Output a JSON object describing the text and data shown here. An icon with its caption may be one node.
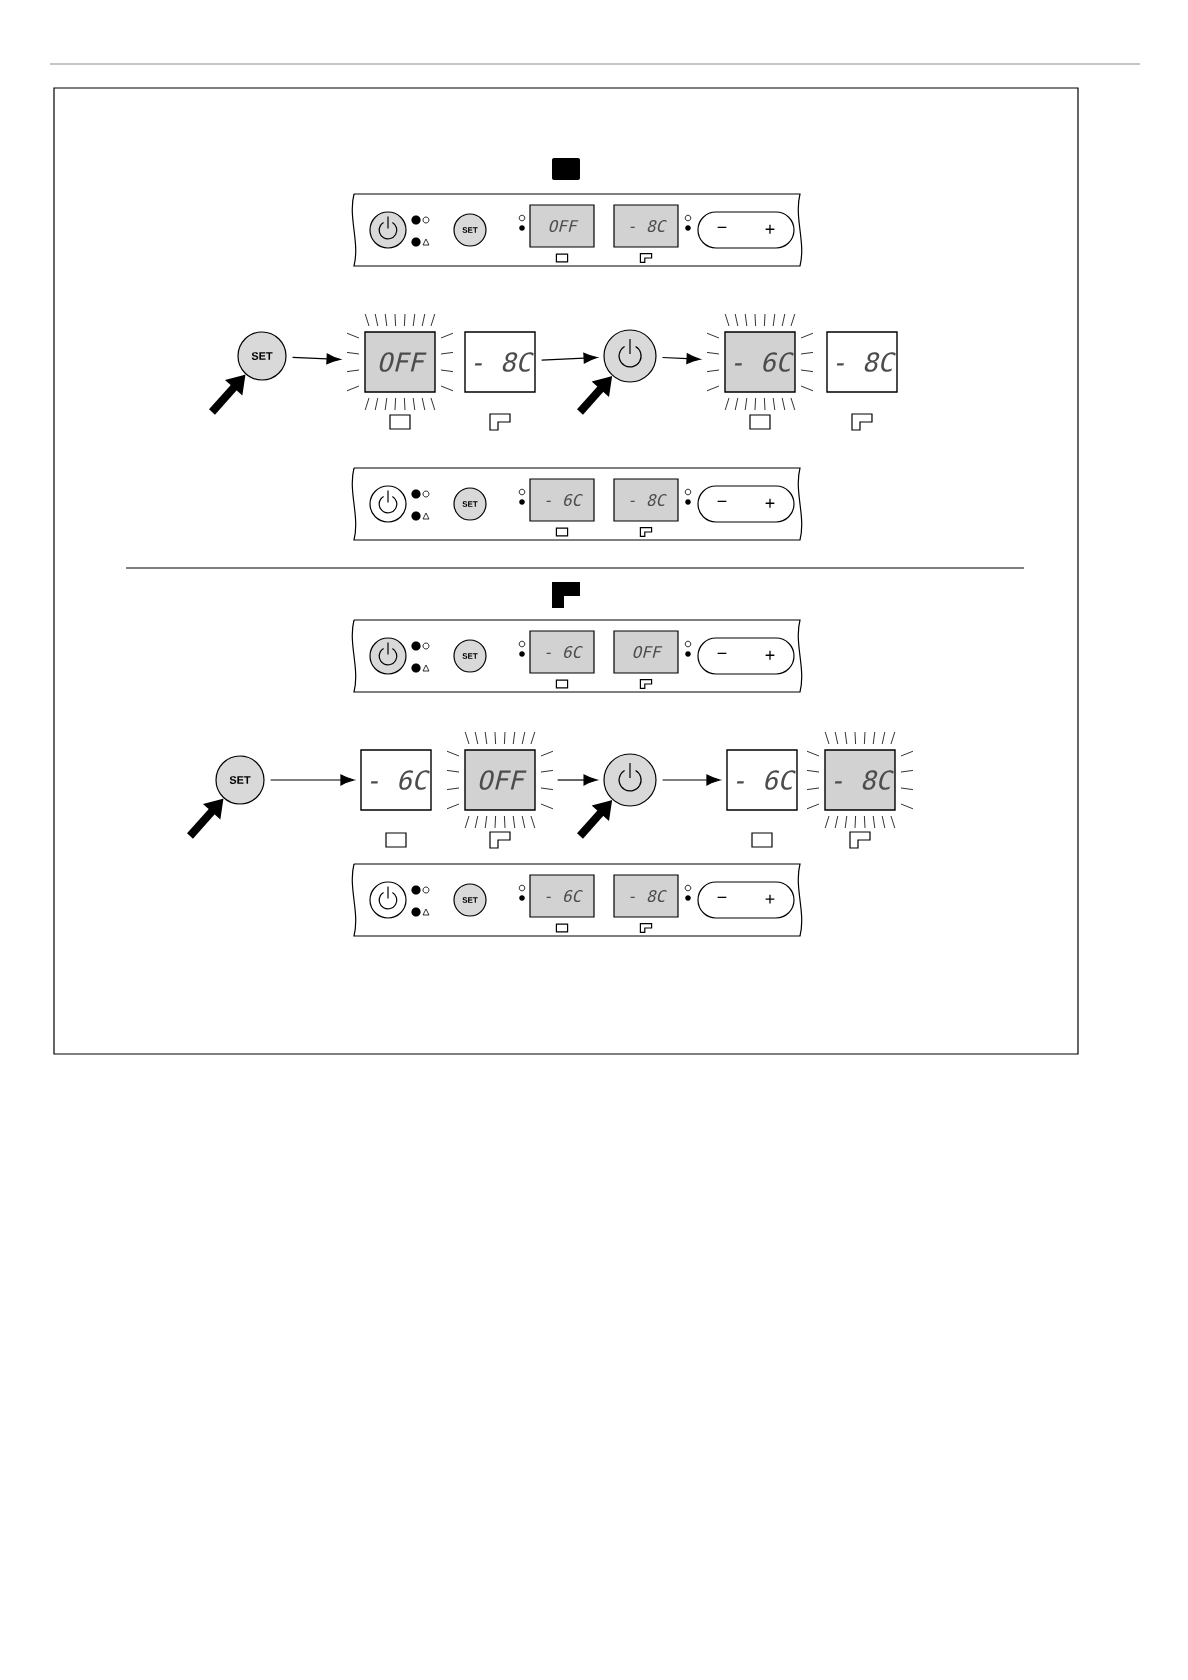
{
  "diagram": {
    "nodes": [
      {
        "text": [
          "SET",
          "OFF",
          "- 8C",
          "−",
          "+"
        ]
      },
      {
        "text": [
          "SET"
        ]
      },
      {
        "text": [
          "OFF"
        ]
      },
      {
        "text": [
          "- 8C"
        ]
      },
      {
        "text": [],
        "shape": "circle"
      },
      {
        "text": [
          "- 6C"
        ]
      },
      {
        "text": [
          "- 8C"
        ]
      },
      {
        "text": [
          "SET",
          "- 6C",
          "- 8C",
          "−",
          "+"
        ]
      },
      {
        "text": [
          "SET",
          "- 6C",
          "OFF",
          "−",
          "+"
        ]
      },
      {
        "text": [
          "SET"
        ]
      },
      {
        "text": [
          "- 6C"
        ]
      },
      {
        "text": [
          "OFF"
        ]
      },
      {
        "text": [],
        "shape": "circle"
      },
      {
        "text": [
          "- 6C"
        ]
      },
      {
        "text": [
          "- 8C"
        ]
      },
      {
        "text": [
          "SET",
          "- 6C",
          "- 8C",
          "−",
          "+"
        ]
      }
    ],
    "edges": [
      {
        "from": 1,
        "to": 2,
        "arrow": "to"
      },
      {
        "from": 3,
        "to": 4,
        "arrow": "to"
      },
      {
        "from": 4,
        "to": 5,
        "arrow": "to"
      },
      {
        "from": 9,
        "to": 10,
        "arrow": "to"
      },
      {
        "from": 11,
        "to": 12,
        "arrow": "to"
      },
      {
        "from": 12,
        "to": 13,
        "arrow": "to"
      },
      {
        "from": null,
        "to": 1,
        "arrow": "to",
        "style": "thick"
      },
      {
        "from": null,
        "to": 4,
        "arrow": "to",
        "style": "thick"
      },
      {
        "from": null,
        "to": 9,
        "arrow": "to",
        "style": "thick"
      },
      {
        "from": null,
        "to": 12,
        "arrow": "to",
        "style": "thick"
      }
    ]
  }
}
